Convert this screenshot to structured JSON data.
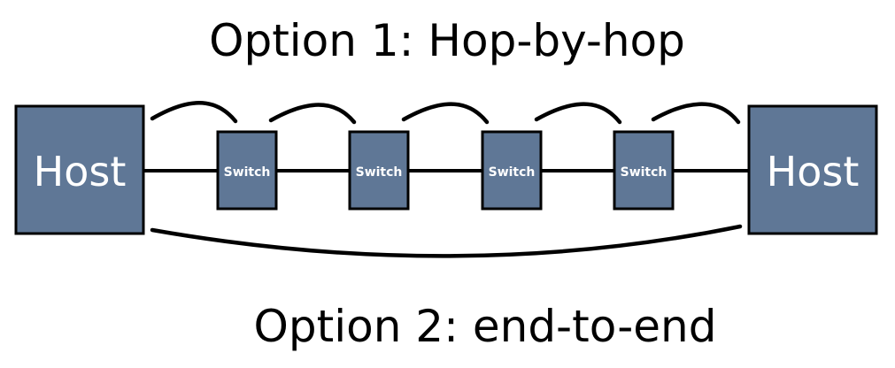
{
  "title_top": "Option 1:  Hop-by-hop",
  "title_bottom": "Option 2:  end-to-end",
  "nodes": {
    "host_left": "Host",
    "switch_1": "Switch",
    "switch_2": "Switch",
    "switch_3": "Switch",
    "switch_4": "Switch",
    "host_right": "Host"
  },
  "colors": {
    "node_fill": "#5f7796",
    "line": "#000000",
    "label": "#ffffff"
  }
}
